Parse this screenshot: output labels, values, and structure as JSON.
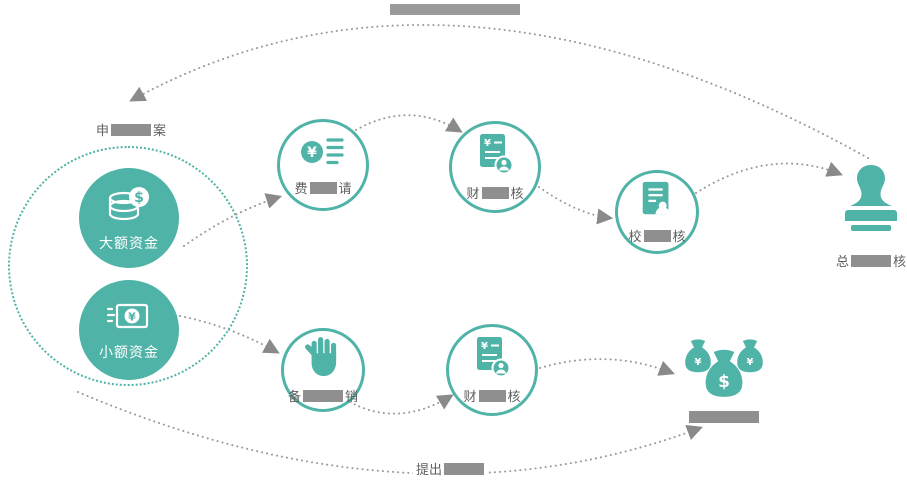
{
  "colors": {
    "teal": "#4fb3a7",
    "line_gray": "#9a9a9a",
    "label_gray": "#5f5f5f",
    "redact_gray": "#8f8f8f"
  },
  "title_banner": {
    "redacted": true
  },
  "icons": {
    "dollar": "$",
    "yuan": "¥"
  },
  "pool": {
    "label_prefix": "申",
    "label_suffix": "案",
    "items": [
      {
        "icon": "coins-icon",
        "label": "大额资金"
      },
      {
        "icon": "banknote-icon",
        "label": "小额资金"
      }
    ]
  },
  "flow_top": [
    {
      "icon": "expense-list-icon",
      "label_prefix": "费",
      "label_suffix": "请"
    },
    {
      "icon": "finance-doc-person-icon",
      "label_prefix": "财",
      "label_suffix": "核"
    },
    {
      "icon": "review-doc-person-icon",
      "label_prefix": "校",
      "label_suffix": "核"
    }
  ],
  "approver": {
    "icon": "stamp-icon",
    "label_prefix": "总",
    "label_suffix": "核"
  },
  "flow_bottom": [
    {
      "icon": "hand-icon",
      "label_prefix": "备",
      "label_suffix": "销"
    },
    {
      "icon": "finance-doc-person-icon",
      "label_prefix": "财",
      "label_suffix": "核"
    },
    {
      "icon": "money-bags-icon",
      "label_redacted": true
    }
  ],
  "withdraw": {
    "prefix": "提出"
  }
}
